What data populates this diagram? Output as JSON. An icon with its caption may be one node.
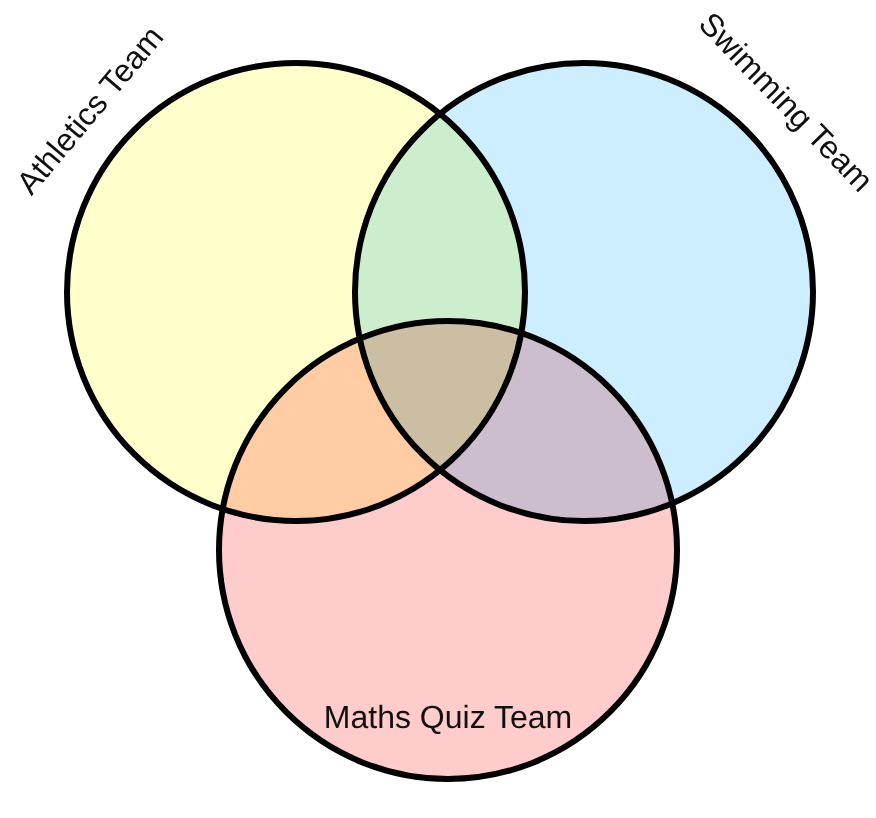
{
  "diagram": {
    "nodes": [
      {
        "text": [
          "Athletics Team"
        ]
      },
      {
        "text": [
          "Swimming Team"
        ]
      },
      {
        "text": [
          "Maths Quiz Team"
        ]
      }
    ]
  }
}
